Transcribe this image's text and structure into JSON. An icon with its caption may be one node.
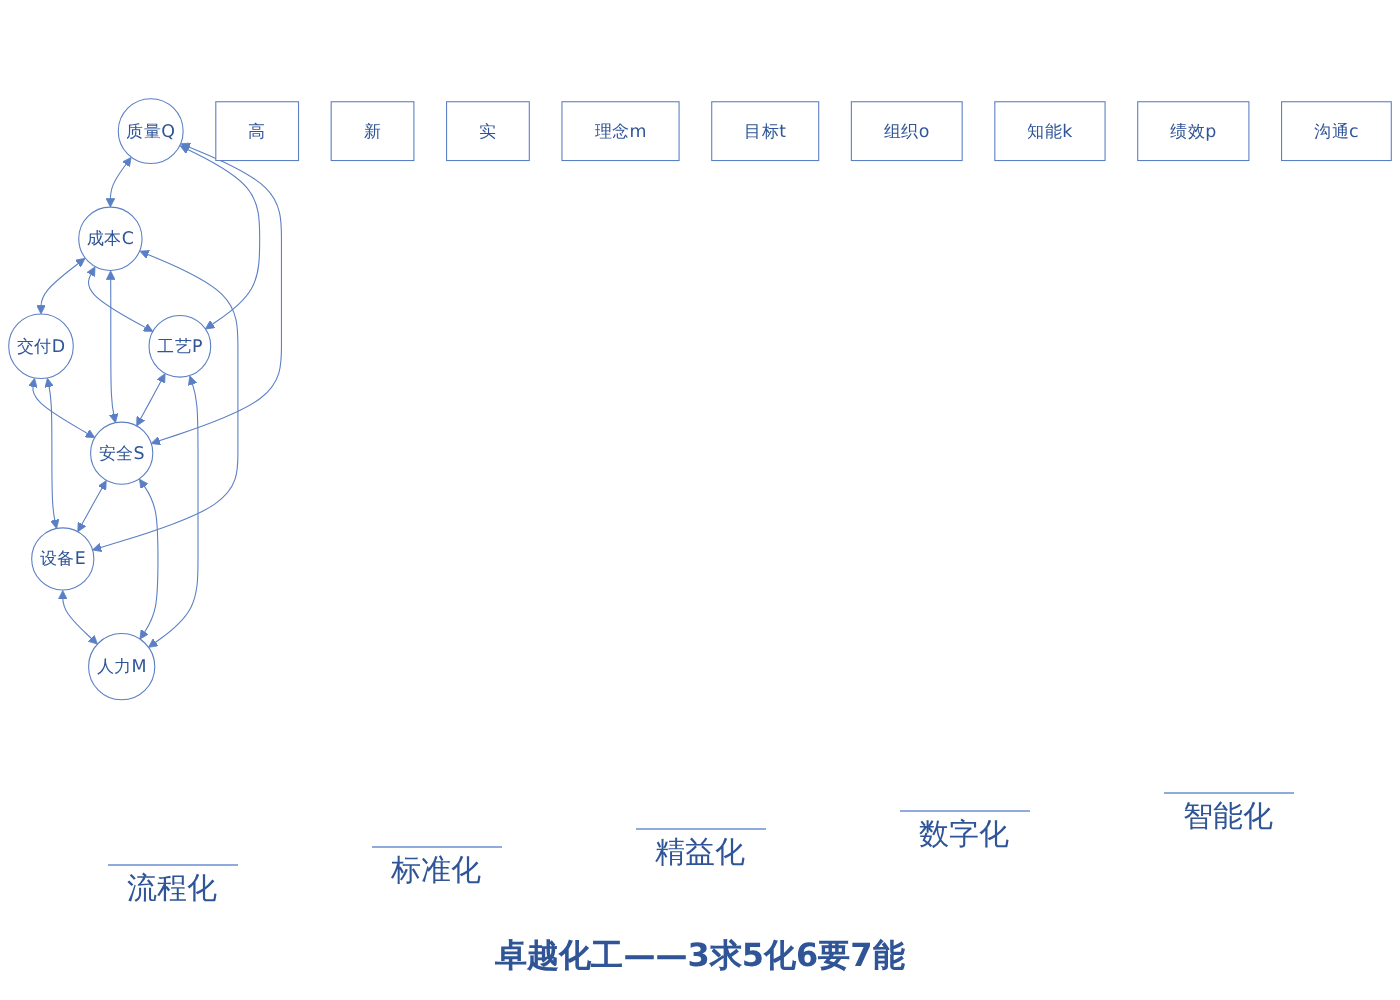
{
  "diagram": {
    "caption": "卓越化工——3求5化6要7能",
    "nodes": [
      {
        "text": [
          "质量Q"
        ]
      },
      {
        "text": [
          "成本C"
        ]
      },
      {
        "text": [
          "交付D"
        ]
      },
      {
        "text": [
          "工艺P"
        ]
      },
      {
        "text": [
          "安全S"
        ]
      },
      {
        "text": [
          "设备E"
        ]
      },
      {
        "text": [
          "人力M"
        ]
      },
      {
        "text": [
          "高"
        ]
      },
      {
        "text": [
          "新"
        ]
      },
      {
        "text": [
          "实"
        ]
      },
      {
        "text": [
          "理念m"
        ]
      },
      {
        "text": [
          "目标t"
        ]
      },
      {
        "text": [
          "组织o"
        ]
      },
      {
        "text": [
          "知能k"
        ]
      },
      {
        "text": [
          "绩效p"
        ]
      },
      {
        "text": [
          "沟通c"
        ]
      }
    ],
    "edges": [
      {
        "from": 0,
        "to": 1,
        "arrow": "both"
      },
      {
        "from": 1,
        "to": 2,
        "arrow": "both"
      },
      {
        "from": 0,
        "to": 3,
        "arrow": "both"
      },
      {
        "from": 0,
        "to": 4,
        "arrow": "both"
      },
      {
        "from": 1,
        "to": 3,
        "arrow": "both"
      },
      {
        "from": 1,
        "to": 4,
        "arrow": "both"
      },
      {
        "from": 1,
        "to": 5,
        "arrow": "both"
      },
      {
        "from": 2,
        "to": 4,
        "arrow": "both"
      },
      {
        "from": 2,
        "to": 5,
        "arrow": "both"
      },
      {
        "from": 3,
        "to": 4,
        "arrow": "both"
      },
      {
        "from": 4,
        "to": 5,
        "arrow": "both"
      },
      {
        "from": 3,
        "to": 6,
        "arrow": "both"
      },
      {
        "from": 4,
        "to": 6,
        "arrow": "both"
      },
      {
        "from": 5,
        "to": 6,
        "arrow": "both"
      }
    ],
    "labels": [
      "智能化",
      "数字化",
      "精益化",
      "标准化",
      "流程化"
    ]
  }
}
